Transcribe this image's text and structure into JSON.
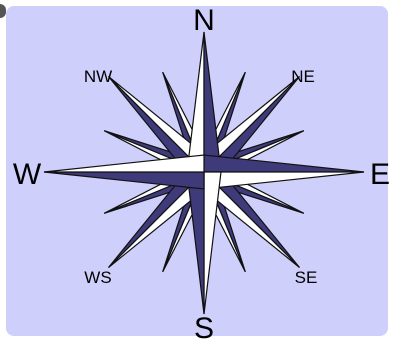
{
  "labels": {
    "north": "N",
    "south": "S",
    "east": "E",
    "west": "W",
    "northeast": "NE",
    "northwest": "NW",
    "southeast": "SE",
    "southwest": "WS"
  },
  "colors": {
    "background": "#cfcffc",
    "dark": "#3f3a7a",
    "light": "#ffffff",
    "outline": "#111111"
  }
}
